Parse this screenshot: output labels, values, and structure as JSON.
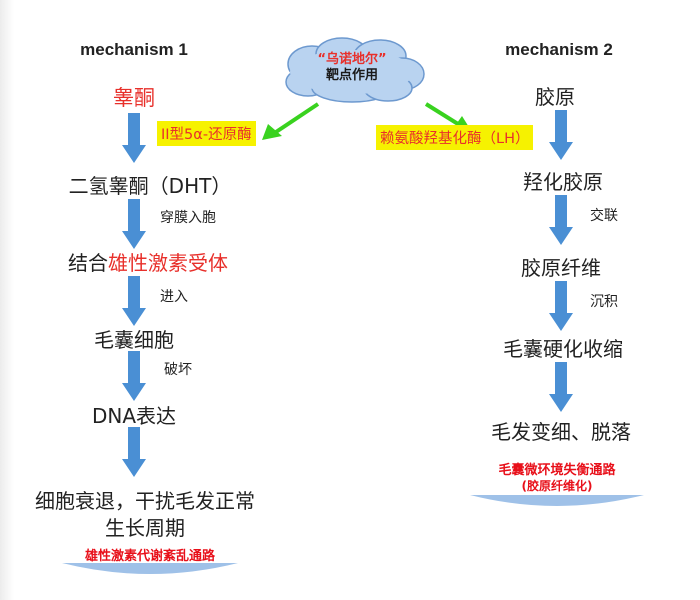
{
  "mechanism1": {
    "heading": "mechanism 1",
    "nodes": [
      "睾酮",
      "二氢睾酮（DHT）",
      "毛囊细胞",
      "DNA表达",
      "细胞衰退，干扰毛发正常",
      "生长周期"
    ],
    "bind_receptor_prefix": "结合",
    "bind_receptor_highlight": "雄性激素受体",
    "step_labels": [
      "穿膜入胞",
      "进入",
      "破坏"
    ],
    "enzyme": "II型5α-还原酶",
    "footer": "雄性激素代谢紊乱通路"
  },
  "mechanism2": {
    "heading": "mechanism 2",
    "nodes": [
      "胶原",
      "羟化胶原",
      "胶原纤维",
      "毛囊硬化收缩",
      "毛发变细、脱落"
    ],
    "step_labels": [
      "交联",
      "沉积"
    ],
    "enzyme": "赖氨酸羟基化酶（LH）",
    "footer_line1": "毛囊微环境失衡通路",
    "footer_line2": "(胶原纤维化)"
  },
  "cloud": {
    "line1": "“乌诺地尔”",
    "line2": "靶点作用"
  },
  "colors": {
    "arrow_blue": "#4a8fd4",
    "highlight_red": "#e8302b",
    "highlight_yellow": "#f6f200",
    "pointer_green": "#39d21f",
    "cloud_fill": "#b9d3f0",
    "cloud_stroke": "#6d99cf",
    "base_blue": "#9fc1e8"
  }
}
